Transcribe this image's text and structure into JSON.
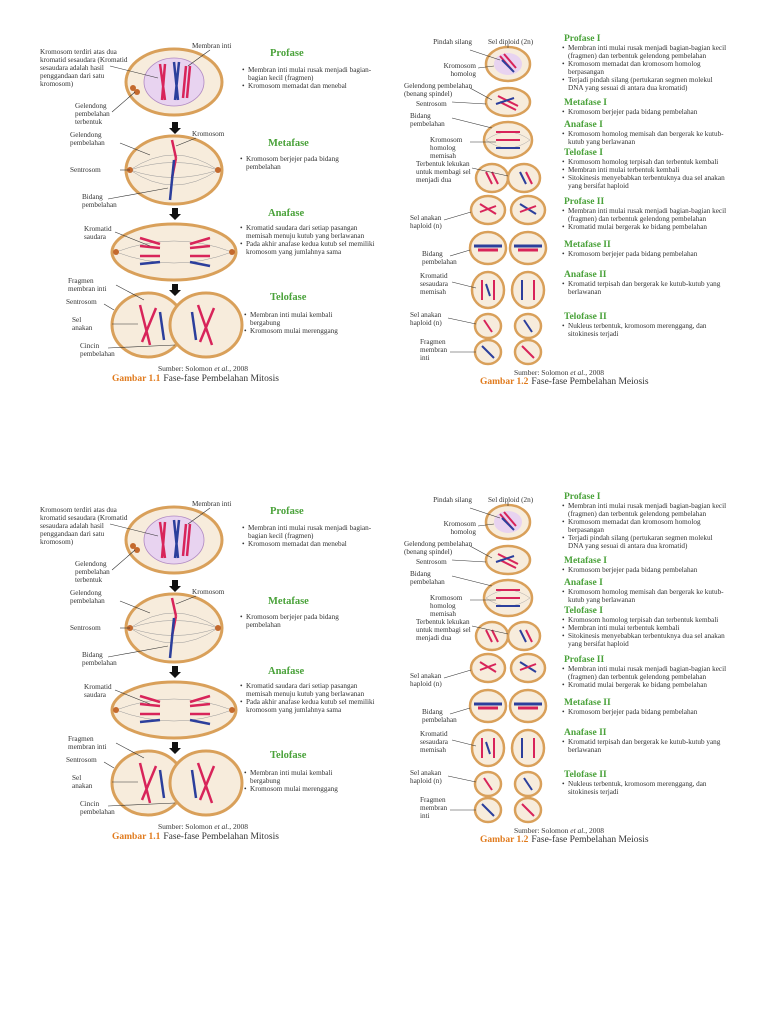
{
  "mitosis": {
    "labels": {
      "kromosom_terdiri": "Kromosom terdiri atas dua kromatid sesaudara (Kromatid sesaudara adalah hasil penggandaan dari satu kromosom)",
      "membran_inti": "Membran inti",
      "gelendong_terbentuk": "Gelendong pembelahan terbentuk",
      "gelendong_pembelahan": "Gelendong pembelahan",
      "kromosom": "Kromosom",
      "sentrosom": "Sentrosom",
      "bidang_pembelahan": "Bidang pembelahan",
      "kromatid_saudara": "Kromatid saudara",
      "fragmen_membran_inti": "Fragmen membran inti",
      "sel_anakan": "Sel anakan",
      "cincin_pembelahan": "Cincin pembelahan"
    },
    "phases": [
      {
        "title": "Profase",
        "bullets": [
          "Membran inti mulai rusak menjadi bagian-bagian kecil (fragmen)",
          "Kromosom memadat dan menebal"
        ]
      },
      {
        "title": "Metafase",
        "bullets": [
          "Kromosom berjejer pada bidang pembelahan"
        ]
      },
      {
        "title": "Anafase",
        "bullets": [
          "Kromatid saudara dari setiap pasangan memisah menuju kutub yang berlawanan",
          "Pada akhir anafase kedua kutub sel memiliki kromosom yang jumlahnya sama"
        ]
      },
      {
        "title": "Telofase",
        "bullets": [
          "Membran inti mulai kembali bergabung",
          "Kromosom mulai merenggang"
        ]
      }
    ],
    "source_prefix": "Sumber: Solomon ",
    "source_italic": "et al.",
    "source_suffix": ", 2008",
    "caption_num": "Gambar 1.1",
    "caption_text": "Fase-fase Pembelahan Mitosis"
  },
  "meiosis": {
    "labels": {
      "pindah_silang": "Pindah silang",
      "sel_diploid": "Sel diploid (2n)",
      "kromosom_homolog": "Kromosom homolog",
      "gelendong": "Gelendong pembelahan (benang spindel)",
      "sentrosom": "Sentrosom",
      "bidang_pembelahan": "Bidang pembelahan",
      "kromosom_homolog_memisah": "Kromosom homolog memisah",
      "terbentuk_lekukan": "Terbentuk lekukan untuk membagi sel menjadi dua",
      "sel_anakan_haploid": "Sel anakan haploid (n)",
      "bidang_pembelahan2": "Bidang pembelahan",
      "kromatid_sesaudara": "Kromatid sesaudara memisah",
      "sel_anakan_haploid2": "Sel anakan haploid (n)",
      "fragmen_membran": "Fragmen membran inti"
    },
    "phases": [
      {
        "title": "Profase I",
        "bullets": [
          "Membran inti mulai rusak menjadi bagian-bagian kecil (fragmen) dan terbentuk gelendong pembelahan",
          "Kromosom memadat dan kromosom homolog berpasangan",
          "Terjadi pindah silang (pertukaran segmen molekul DNA yang sesuai di antara dua kromatid)"
        ]
      },
      {
        "title": "Metafase I",
        "bullets": [
          "Kromosom berjejer pada bidang pembelahan"
        ]
      },
      {
        "title": "Anafase I",
        "bullets": [
          "Kromosom homolog memisah dan bergerak ke kutub-kutub yang berlawanan"
        ]
      },
      {
        "title": "Telofase I",
        "bullets": [
          "Kromosom homolog terpisah dan terbentuk kembali",
          "Membran inti mulai terbentuk kembali",
          "Sitokinesis menyebabkan terbentuknya dua sel anakan yang bersifat haploid"
        ]
      },
      {
        "title": "Profase II",
        "bullets": [
          "Membran inti mulai rusak menjadi bagian-bagian kecil (fragmen) dan terbentuk gelendong pembelahan",
          "Kromatid mulai bergerak ke bidang pembelahan"
        ]
      },
      {
        "title": "Metafase II",
        "bullets": [
          "Kromosom berjejer pada bidang pembelahan"
        ]
      },
      {
        "title": "Anafase II",
        "bullets": [
          "Kromatid terpisah dan bergerak ke kutub-kutub yang berlawanan"
        ]
      },
      {
        "title": "Telofase II",
        "bullets": [
          "Nukleus terbentuk, kromosom merenggang, dan sitokinesis terjadi"
        ]
      }
    ],
    "source_prefix": "Sumber: Solomon ",
    "source_italic": "et al.",
    "source_suffix": ", 2008",
    "caption_num": "Gambar 1.2",
    "caption_text": "Fase-fase Pembelahan Meiosis"
  },
  "colors": {
    "phase_title": "#4aa23a",
    "caption_number": "#e07a1c",
    "cell_border": "#d9a05a",
    "cell_fill": "#f7ecdc",
    "chromosome_red": "#d8245a",
    "chromosome_blue": "#2c3f9c",
    "nucleus": "#e8d3f0"
  }
}
